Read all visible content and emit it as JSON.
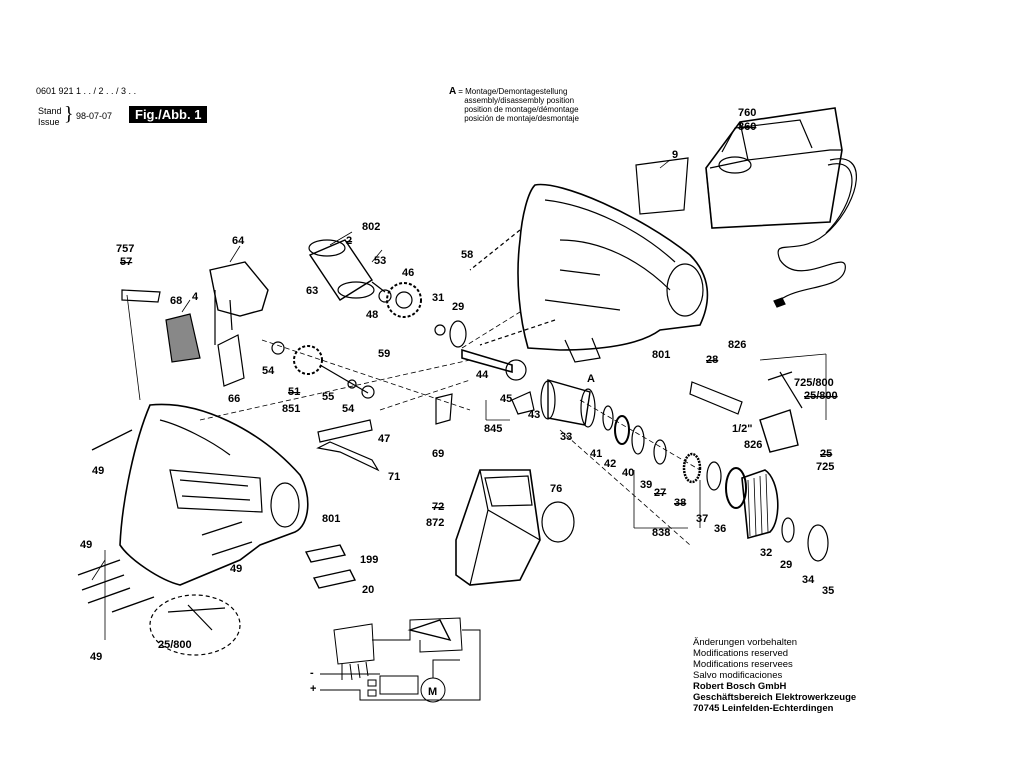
{
  "header": {
    "part_number": "0601 921 1 . . / 2 . . / 3 . .",
    "stand_label": "Stand",
    "issue_label": "Issue",
    "date": "98-07-07",
    "fig_label": "Fig./Abb. 1"
  },
  "legend": {
    "key": "A",
    "lines": [
      "= Montage/Demontagestellung",
      "assembly/disassembly position",
      "position de montage/démontage",
      "posición de montaje/desmontaje"
    ]
  },
  "notes": {
    "lines": [
      "Änderungen vorbehalten",
      "Modifications reserved",
      "Modifications reservees",
      "Salvo modificaciones"
    ],
    "company_lines": [
      "Robert Bosch GmbH",
      "Geschäftsbereich Elektrowerkzeuge",
      "70745 Leinfelden-Echterdingen"
    ]
  },
  "parts": [
    {
      "id": "760",
      "struck": false
    },
    {
      "id": "860",
      "struck": true
    },
    {
      "id": "9",
      "struck": false
    },
    {
      "id": "757",
      "struck": false
    },
    {
      "id": "57",
      "struck": true
    },
    {
      "id": "64",
      "struck": false
    },
    {
      "id": "802",
      "struck": false
    },
    {
      "id": "2",
      "struck": true
    },
    {
      "id": "53",
      "struck": false
    },
    {
      "id": "58",
      "struck": false
    },
    {
      "id": "46",
      "struck": false
    },
    {
      "id": "68",
      "struck": false
    },
    {
      "id": "4",
      "struck": false
    },
    {
      "id": "63",
      "struck": false
    },
    {
      "id": "48",
      "struck": false
    },
    {
      "id": "31",
      "struck": false
    },
    {
      "id": "29",
      "struck": false
    },
    {
      "id": "826",
      "struck": false
    },
    {
      "id": "28",
      "struck": true
    },
    {
      "id": "801",
      "struck": false
    },
    {
      "id": "54",
      "struck": false
    },
    {
      "id": "59",
      "struck": false
    },
    {
      "id": "725/800",
      "struck": false
    },
    {
      "id": "25/800",
      "struck": true
    },
    {
      "id": "66",
      "struck": false
    },
    {
      "id": "51",
      "struck": true
    },
    {
      "id": "851",
      "struck": false
    },
    {
      "id": "55",
      "struck": false
    },
    {
      "id": "44",
      "struck": false
    },
    {
      "id": "45",
      "struck": false
    },
    {
      "id": "43",
      "struck": false
    },
    {
      "id": "845",
      "struck": false
    },
    {
      "id": "33",
      "struck": false
    },
    {
      "id": "1/2\"",
      "struck": false
    },
    {
      "id": "47",
      "struck": false
    },
    {
      "id": "49",
      "struck": false
    },
    {
      "id": "69",
      "struck": false
    },
    {
      "id": "41",
      "struck": false
    },
    {
      "id": "42",
      "struck": false
    },
    {
      "id": "40",
      "struck": false
    },
    {
      "id": "39",
      "struck": false
    },
    {
      "id": "27",
      "struck": true
    },
    {
      "id": "38",
      "struck": true
    },
    {
      "id": "37",
      "struck": false
    },
    {
      "id": "36",
      "struck": false
    },
    {
      "id": "25",
      "struck": true
    },
    {
      "id": "725",
      "struck": false
    },
    {
      "id": "71",
      "struck": false
    },
    {
      "id": "76",
      "struck": false
    },
    {
      "id": "72",
      "struck": true
    },
    {
      "id": "872",
      "struck": false
    },
    {
      "id": "838",
      "struck": false
    },
    {
      "id": "32",
      "struck": false
    },
    {
      "id": "199",
      "struck": false
    },
    {
      "id": "20",
      "struck": false
    },
    {
      "id": "34",
      "struck": false
    },
    {
      "id": "35",
      "struck": false
    },
    {
      "id": "25/800",
      "struck": false
    },
    {
      "id": "A",
      "struck": false
    },
    {
      "id": "M",
      "struck": false
    },
    {
      "id": "-",
      "struck": false
    },
    {
      "id": "+",
      "struck": false
    }
  ]
}
